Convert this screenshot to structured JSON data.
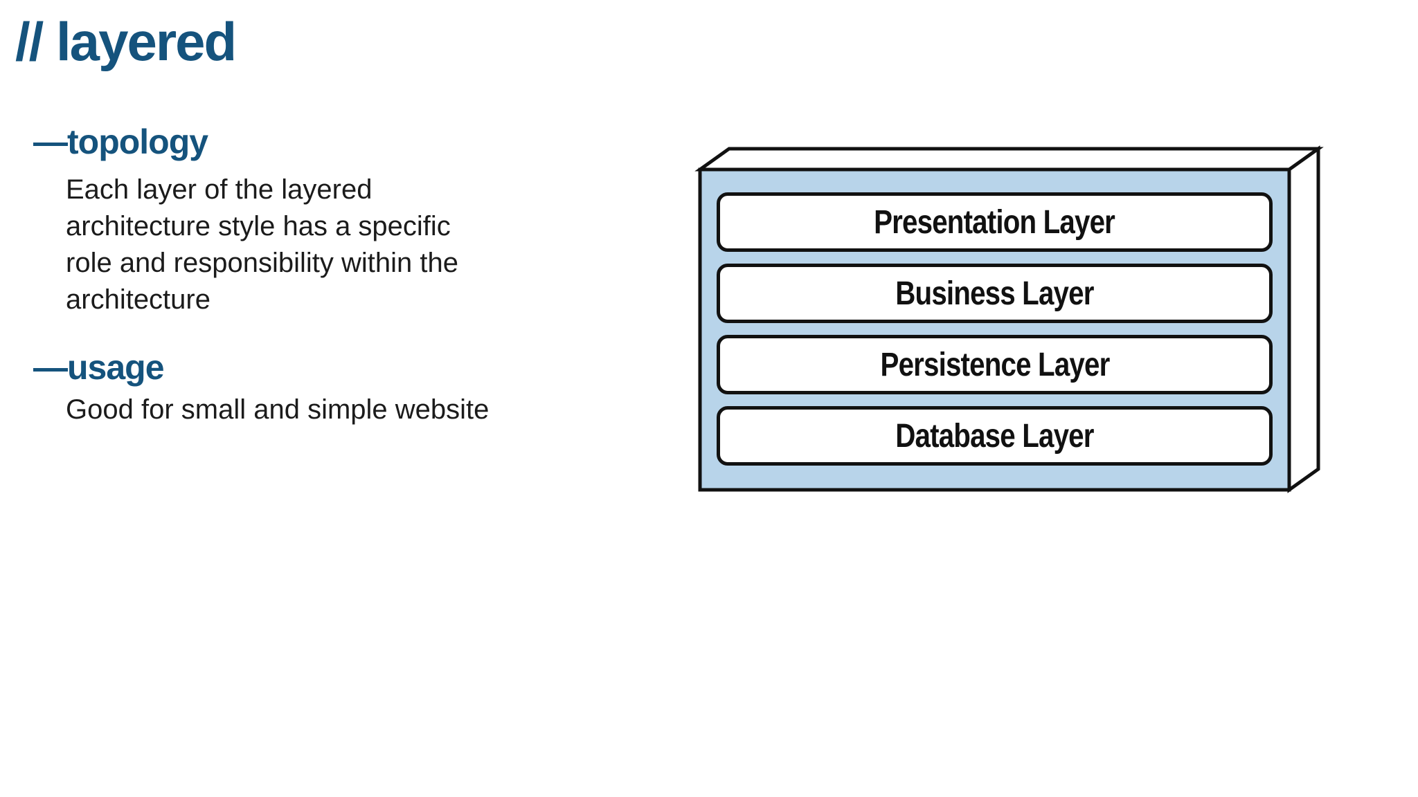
{
  "title": "// layered",
  "sections": [
    {
      "heading": "—topology",
      "lines": [
        "Each layer of the layered",
        "architecture style has a specific",
        "role and responsibility within the",
        "architecture"
      ]
    },
    {
      "heading": "—usage",
      "lines": [
        "Good for small and simple website"
      ]
    }
  ],
  "diagram": {
    "kind": "layered-architecture-3d-box",
    "face_color": "#b8d4ea",
    "side_color": "#ffffff",
    "outline_color": "#111111",
    "layer_box_color": "#ffffff",
    "layers": [
      "Presentation Layer",
      "Business Layer",
      "Persistence Layer",
      "Database Layer"
    ]
  },
  "colors": {
    "accent_blue": "#15537d",
    "body_text": "#1b1b1b",
    "background": "#ffffff"
  }
}
